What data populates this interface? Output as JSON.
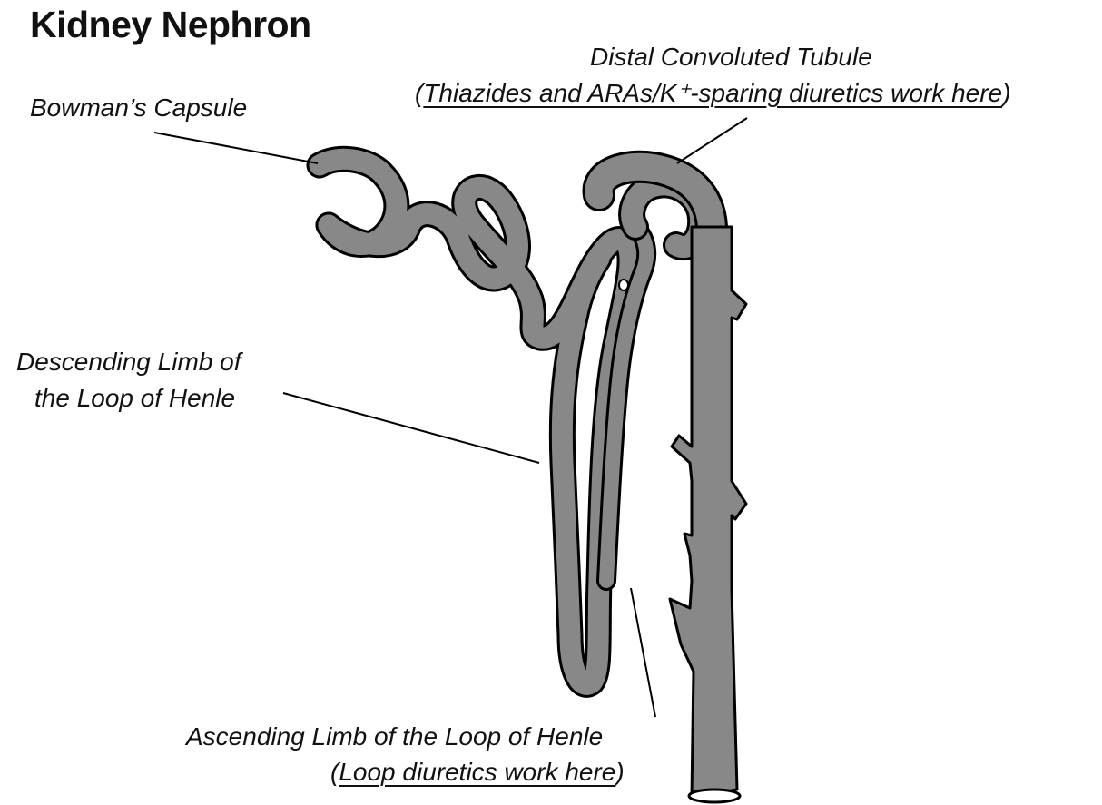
{
  "title": "Kidney Nephron",
  "labels": {
    "bowmans_capsule": "Bowman’s Capsule",
    "distal_convoluted_tubule": "Distal Convoluted Tubule",
    "distal_note_open": "(",
    "distal_note": "Thiazides and ARAs/K⁺-sparing diuretics work here",
    "distal_note_close": ")",
    "descending_limb_line1": "Descending Limb of",
    "descending_limb_line2": "the Loop of Henle",
    "ascending_limb": "Ascending Limb of the Loop of Henle",
    "ascending_note_open": "(",
    "ascending_note": "Loop diuretics work here",
    "ascending_note_close": ")"
  },
  "colors": {
    "tubule_fill": "#888888",
    "tubule_outline": "#000000",
    "leader_line": "#000000"
  }
}
